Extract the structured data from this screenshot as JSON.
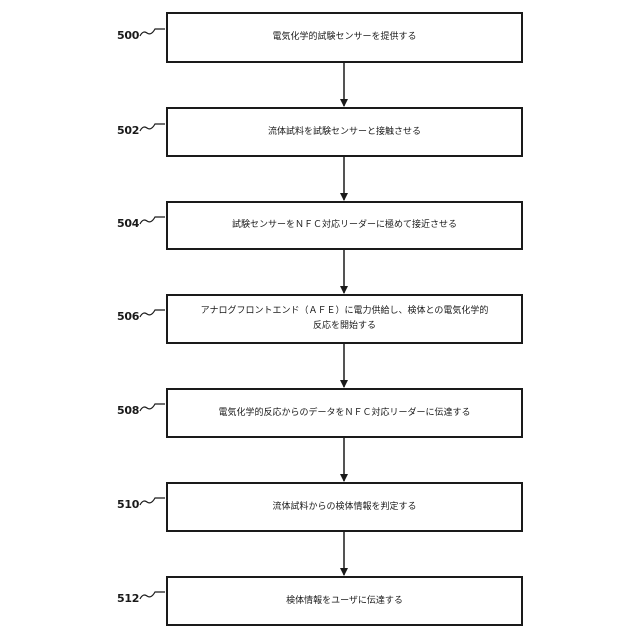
{
  "steps": [
    {
      "ref": "500",
      "text": "電気化学的試験センサーを提供する"
    },
    {
      "ref": "502",
      "text": "流体試料を試験センサーと接触させる"
    },
    {
      "ref": "504",
      "text": "試験センサーをＮＦＣ対応リーダーに極めて接近させる"
    },
    {
      "ref": "506",
      "line1": "アナログフロントエンド（ＡＦＥ）に電力供給し、検体との電気化学的",
      "line2": "反応を開始する"
    },
    {
      "ref": "508",
      "text": "電気化学的反応からのデータをＮＦＣ対応リーダーに伝達する"
    },
    {
      "ref": "510",
      "text": "流体試料からの検体情報を判定する"
    },
    {
      "ref": "512",
      "text": "検体情報をユーザに伝達する"
    }
  ]
}
